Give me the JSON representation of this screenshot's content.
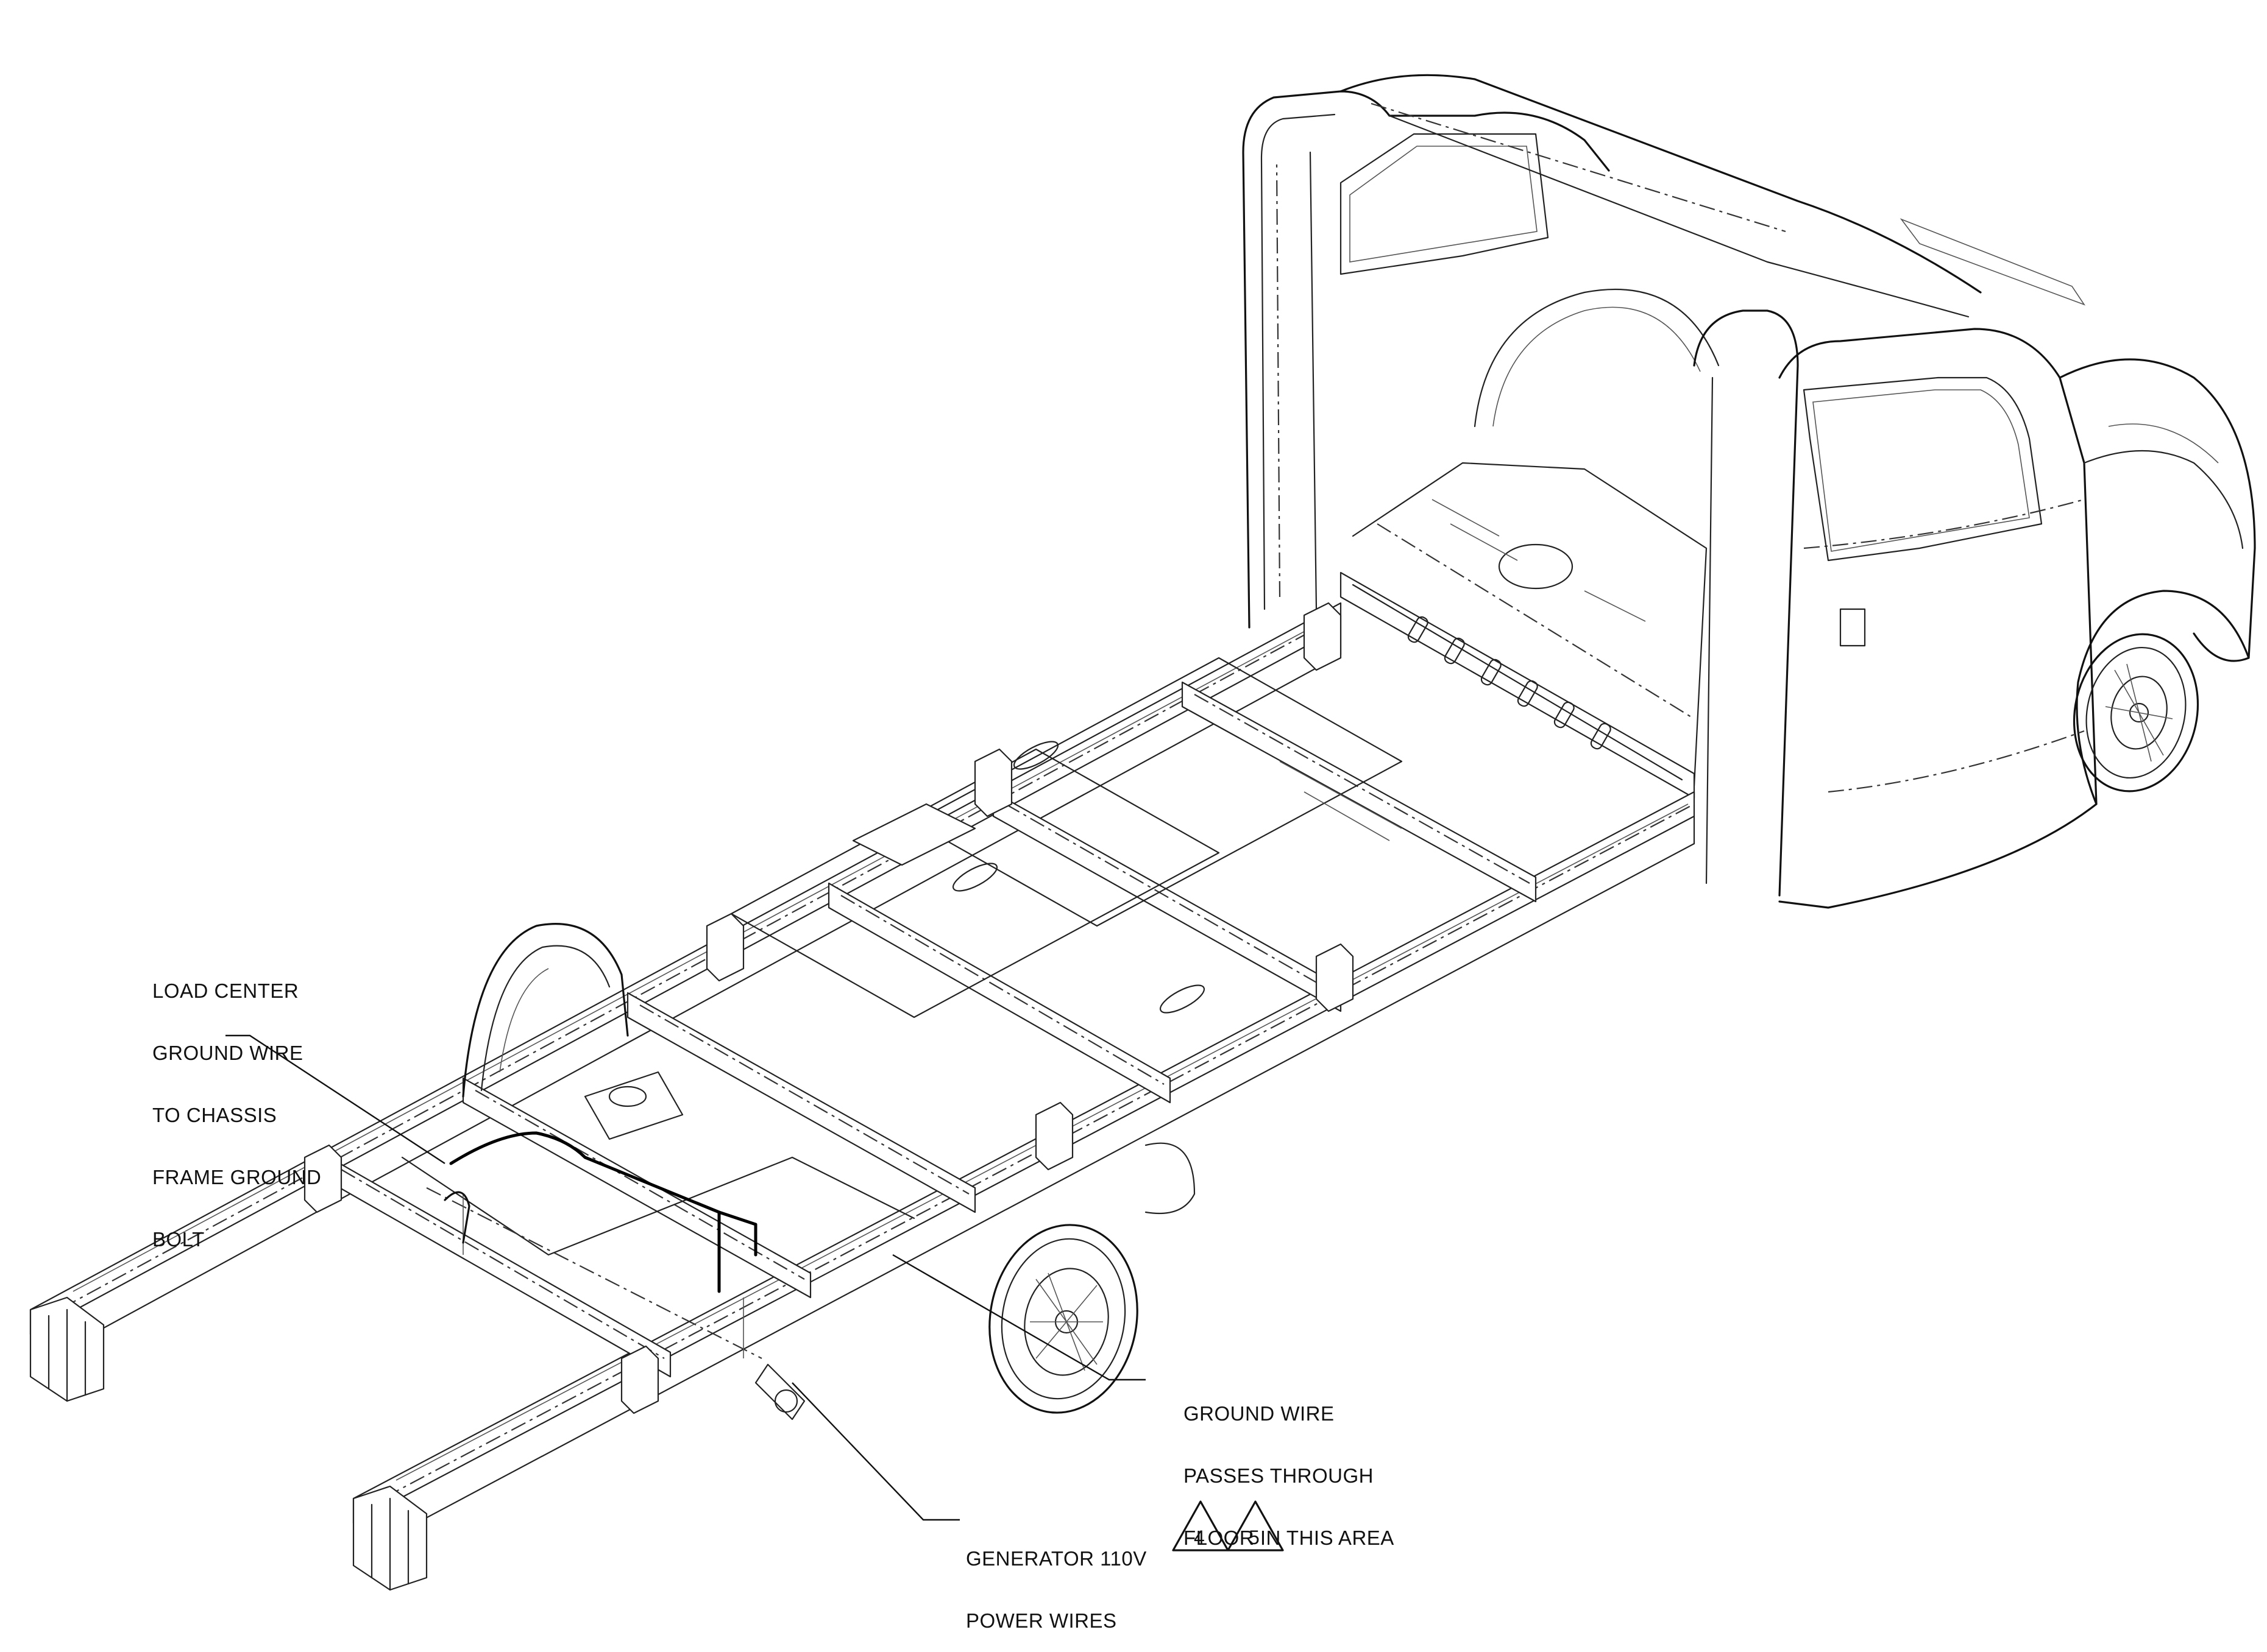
{
  "callouts": {
    "load_center": [
      "LOAD CENTER",
      "GROUND WIRE",
      "TO CHASSIS",
      "FRAME GROUND",
      "BOLT"
    ],
    "ground_wire": [
      "GROUND WIRE",
      "PASSES THROUGH",
      "FLOOR IN THIS AREA"
    ],
    "generator": [
      "GENERATOR 110V",
      "POWER WIRES"
    ]
  },
  "reference_marks": [
    "4",
    "5"
  ]
}
